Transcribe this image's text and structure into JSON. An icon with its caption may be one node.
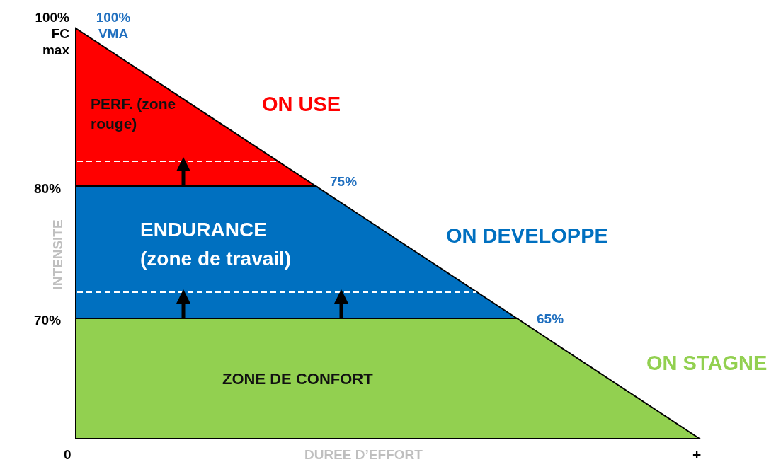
{
  "diagram": {
    "nodes": [
      {
        "text": [
          "PERF. (zone rouge)"
        ]
      },
      {
        "text": [
          "ENDURANCE (zone de travail)"
        ]
      },
      {
        "text": [
          "ZONE DE CONFORT"
        ]
      }
    ],
    "labels": [
      "100% FC max",
      "100% VMA",
      "ON USE",
      "80%",
      "75%",
      "ON DEVELOPPE",
      "INTENSITE",
      "70%",
      "65%",
      "ON STAGNE",
      "0",
      "DUREE D’EFFORT",
      "+"
    ]
  }
}
